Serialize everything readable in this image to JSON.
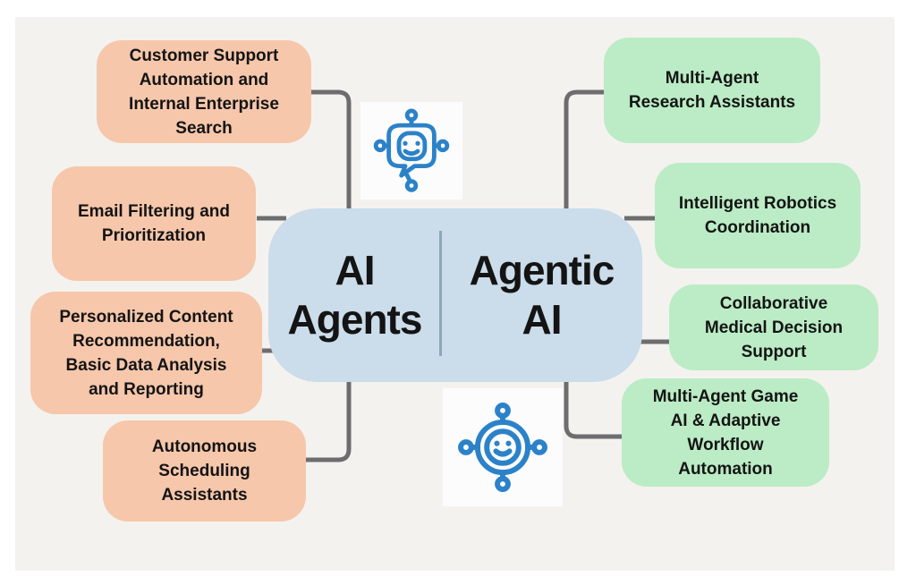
{
  "diagram": {
    "center": {
      "left_title": "AI\nAgents",
      "right_title": "Agentic\nAI"
    },
    "ai_agents_examples": [
      "Customer Support\nAutomation and\nInternal Enterprise\nSearch",
      "Email Filtering and\nPrioritization",
      "Personalized Content\nRecommendation,\nBasic Data Analysis\nand Reporting",
      "Autonomous\nScheduling\nAssistants"
    ],
    "agentic_ai_examples": [
      "Multi-Agent\nResearch Assistants",
      "Intelligent Robotics\nCoordination",
      "Collaborative\nMedical Decision\nSupport",
      "Multi-Agent Game\nAI & Adaptive\nWorkflow\nAutomation"
    ],
    "icons": {
      "top": "chatbot-robot-icon",
      "bottom": "multi-agent-hub-icon"
    }
  },
  "colors": {
    "page_bg": "#ffffff",
    "panel_bg": "#f4f2ef",
    "salmon": "#f6c7ab",
    "green": "#bbecc5",
    "center_blue": "#cbdcea",
    "divider": "#8fa6b6",
    "connector": "#6d6d6f",
    "icon_blue": "#2b82c9",
    "icon_bg": "#fcfcfc",
    "text": "#141414"
  }
}
